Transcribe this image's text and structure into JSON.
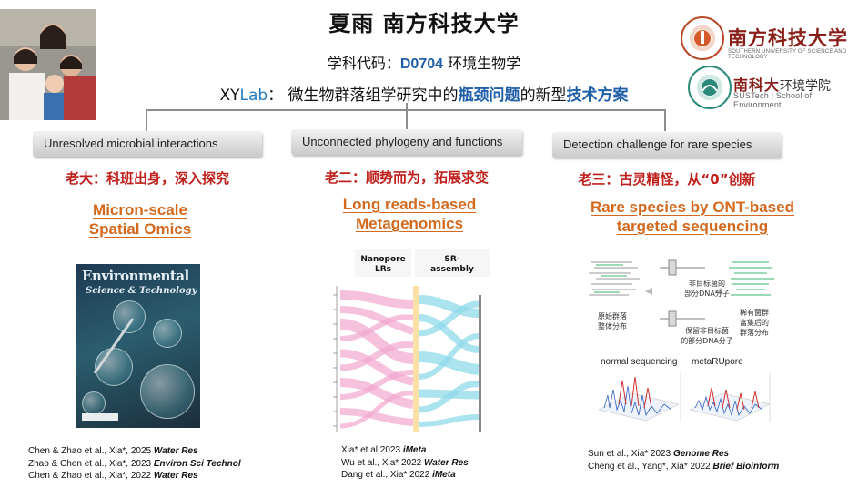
{
  "header": {
    "title": "夏雨 南方科技大学",
    "subtitle_prefix": "学科代码：",
    "subtitle_code": "D0704",
    "subtitle_suffix": " 环境生物学",
    "tagline_xy": "XY",
    "tagline_lab": "Lab",
    "tagline_sep": "：  微生物群落组学研究中的",
    "tagline_bottleneck": "瓶颈问题",
    "tagline_mid": "的新型",
    "tagline_solution": "技术方案"
  },
  "logos": {
    "university_name": "南方科技大学",
    "university_en": "SOUTHERN UNIVERSITY OF SCIENCE AND TECHNOLOGY",
    "school_name": "南科大",
    "school_cn": "环境学院",
    "school_en": "SUSTech | School of Environment"
  },
  "columns": [
    {
      "category": "Unresolved microbial interactions",
      "motto": "老大：科班出身，深入探究",
      "method_line1": "Micron-scale",
      "method_line2": "Spatial Omics",
      "citations": [
        {
          "authors": "Chen & Zhao et al., Xia*, 2025 ",
          "journal": "Water Res"
        },
        {
          "authors": "Zhao & Chen et al., Xia*, 2023 ",
          "journal": "Environ Sci Technol"
        },
        {
          "authors": "Chen & Zhao et al., Xia*, 2022 ",
          "journal": "Water Res"
        }
      ]
    },
    {
      "category": "Unconnected phylogeny and functions",
      "motto": "老二：顺势而为，拓展求变",
      "method_line1": "Long reads-based",
      "method_line2": "Metagenomics",
      "citations": [
        {
          "authors": "Xia* et al 2023 ",
          "journal": "iMeta"
        },
        {
          "authors": "Wu et al., Xia* 2022 ",
          "journal": "Water Res"
        },
        {
          "authors": "Dang et al., Xia* 2022 ",
          "journal": "iMeta"
        }
      ]
    },
    {
      "category": "Detection challenge for rare species",
      "motto": "老三：古灵精怪，从“0”创新",
      "method_line1": "Rare species by ONT-based",
      "method_line2": "targeted sequencing",
      "citations": [
        {
          "authors": "Sun et al., Xia* 2023 ",
          "journal": "Genome Res"
        },
        {
          "authors": "Cheng et al., Yang*, Xia* 2022 ",
          "journal": "Brief Bioinform"
        }
      ]
    }
  ],
  "cover": {
    "journal_line1": "Environmental",
    "journal_line2": "Science & Technology"
  },
  "sankey": {
    "left_header_1": "Nanopore",
    "left_header_2": "LRs",
    "right_header_1": "SR-",
    "right_header_2": "assembly",
    "left_color": "#f2a7cf",
    "right_color": "#8fd9ea"
  },
  "rare": {
    "label_original": "原始群落\n整体分布",
    "label_kept": "非目标菌的\n部分DNA分子",
    "label_rejected": "保留非目标菌\n的部分DNA分子",
    "label_enriched": "稀有菌群\n富集后的\n群落分布",
    "surface_left": "normal sequencing",
    "surface_right": "metaRUpore"
  },
  "colors": {
    "accent_blue": "#1f5fa8",
    "motto_red": "#c0201c",
    "method_orange": "#d4691e",
    "logo_red": "#8a1f1a"
  }
}
